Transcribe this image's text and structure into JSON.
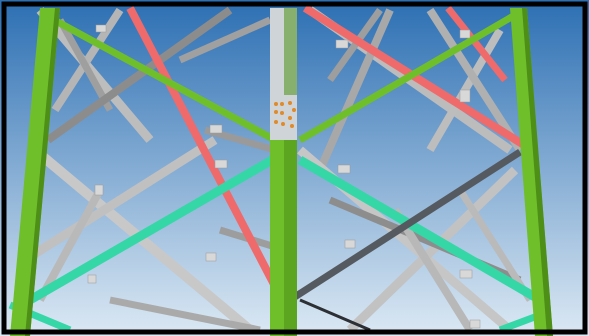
{
  "viewport": {
    "kind": "3D structural model view",
    "background_gradient": {
      "top": "#2c6fb3",
      "bottom": "#dce9f4"
    },
    "frame_color": "#000000"
  },
  "colors": {
    "leg_green": "#6fbf2a",
    "leg_green_dark": "#4d8f17",
    "brace_gray": "#a9a9a9",
    "brace_gray_dark": "#777777",
    "brace_light": "#c4c4c4",
    "brace_red": "#ef6a6a",
    "brace_cyan": "#35d7a7",
    "brace_dark": "#555a60",
    "bolt_orange": "#e08a2a",
    "plate_silver": "#cfd4d8"
  },
  "members": {
    "legs": [
      "left-leg",
      "center-leg",
      "right-leg"
    ],
    "highlighted_braces": [
      "red-diagonal-left",
      "red-diagonal-right",
      "cyan-horizontal-left",
      "cyan-horizontal-right",
      "dark-diagonal"
    ]
  }
}
